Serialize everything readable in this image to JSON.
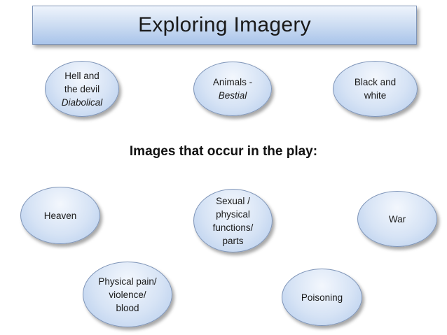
{
  "title": "Exploring Imagery",
  "subtitle": "Images that occur in the play:",
  "bubbles": {
    "hell": {
      "lines": [
        "Hell and",
        "the devil"
      ],
      "italic": "Diabolical"
    },
    "animals": {
      "lines": [
        "Animals -"
      ],
      "italic": "Bestial"
    },
    "black_white": {
      "lines": [
        "Black and",
        "white"
      ]
    },
    "heaven": {
      "lines": [
        "Heaven"
      ]
    },
    "sexual": {
      "lines": [
        "Sexual /",
        "physical",
        "functions/",
        "parts"
      ]
    },
    "war": {
      "lines": [
        "War"
      ]
    },
    "pain": {
      "lines": [
        "Physical pain/",
        "violence/",
        "blood"
      ]
    },
    "poisoning": {
      "lines": [
        "Poisoning"
      ]
    }
  }
}
